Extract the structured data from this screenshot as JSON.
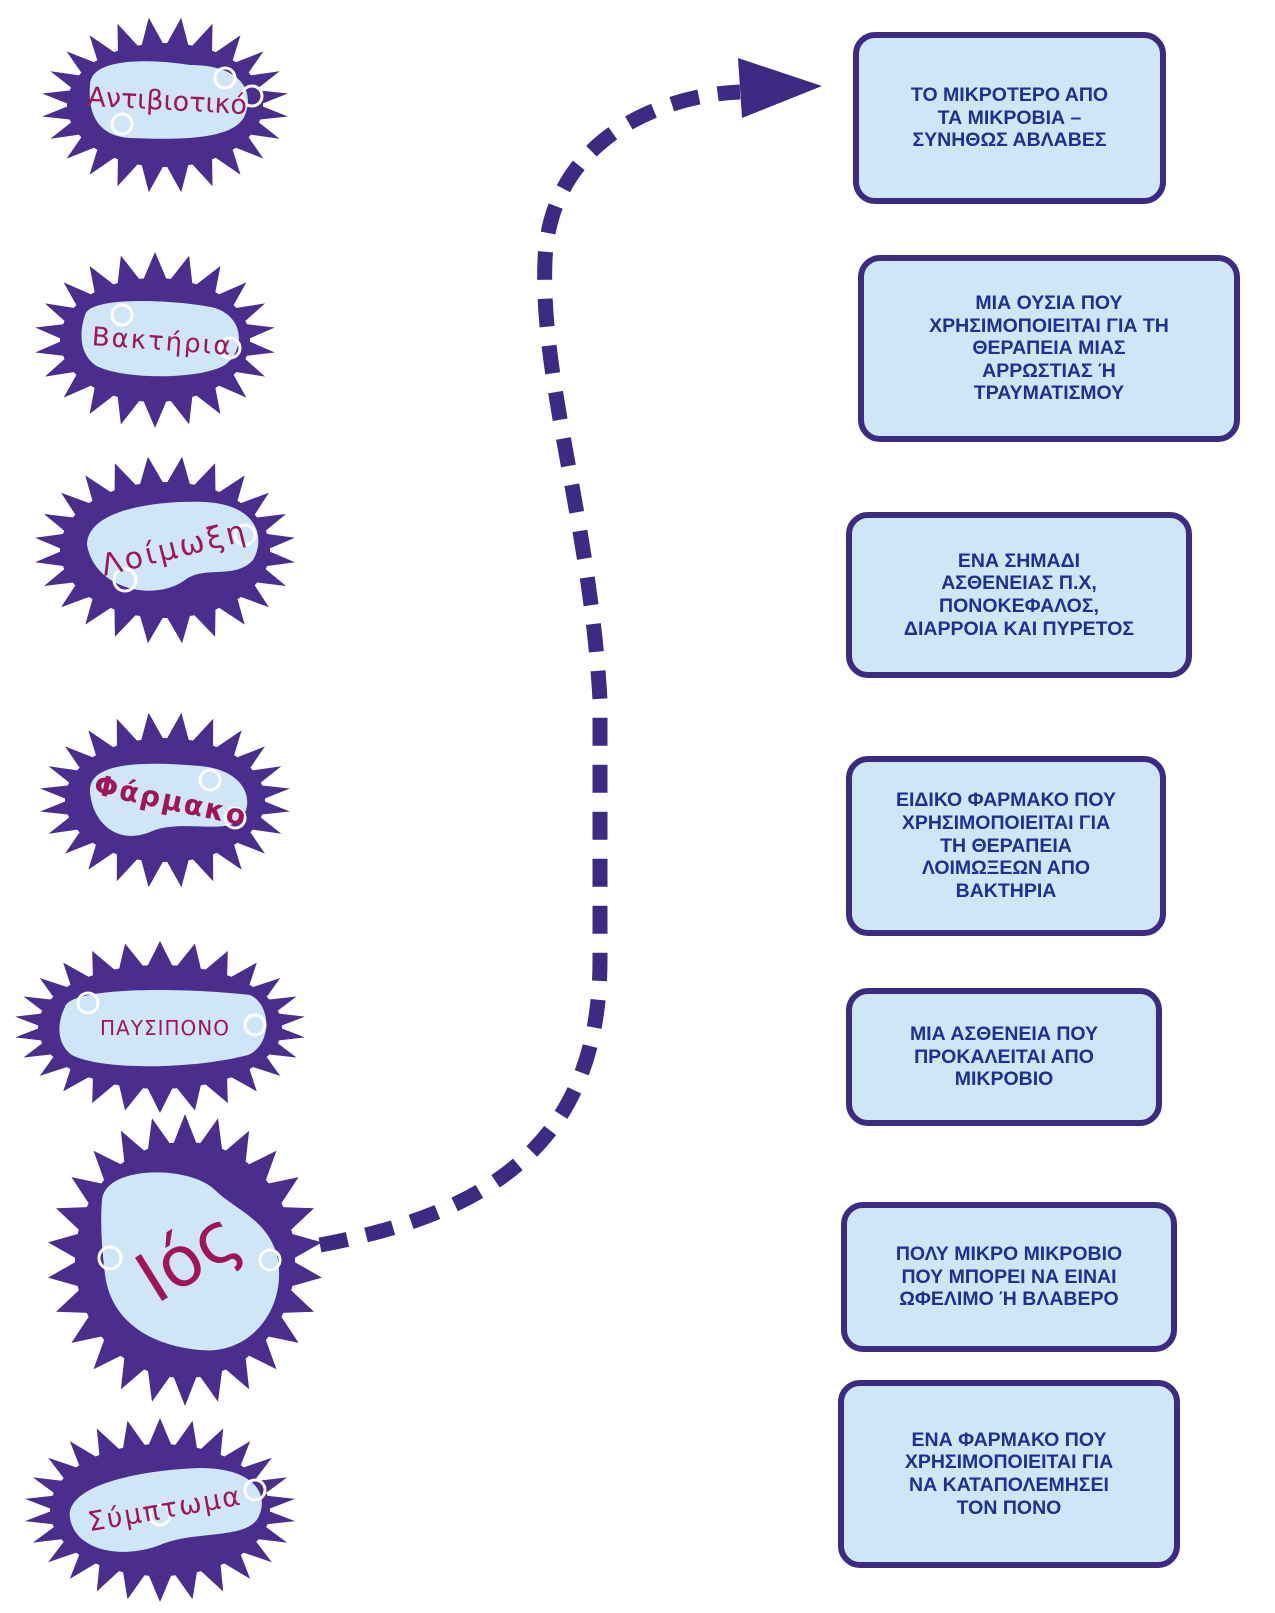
{
  "colors": {
    "microbe_body": "#4a2d8c",
    "microbe_inner": "#cfe6f7",
    "word": "#a0155a",
    "box_border": "#3d2a82",
    "box_fill": "#cfe6f7",
    "box_text": "#1f2f96",
    "arrow": "#3d2a82"
  },
  "terms": [
    {
      "id": "antibiotic",
      "label": "Αντιβιοτικό"
    },
    {
      "id": "bacteria",
      "label": "Βακτήρια"
    },
    {
      "id": "infection",
      "label": "Λοίμωξη"
    },
    {
      "id": "medicine",
      "label": "Φάρμακο"
    },
    {
      "id": "painkiller",
      "label": "ΠΑΥΣΙΠΟΝΟ"
    },
    {
      "id": "virus",
      "label": "Ιός"
    },
    {
      "id": "symptom",
      "label": "Σύμπτωμα"
    }
  ],
  "definitions": [
    "ΤΟ ΜΙΚΡΟΤΕΡΟ ΑΠΟ\nΤΑ ΜΙΚΡΟΒΙΑ –\nΣΥΝΗΘΩΣ ΑΒΛΑΒΕΣ",
    "ΜΙΑ ΟΥΣΙΑ ΠΟΥ\nΧΡΗΣΙΜΟΠΟΙΕΙΤΑΙ ΓΙΑ ΤΗ\nΘΕΡΑΠΕΙΑ ΜΙΑΣ\nΑΡΡΩΣΤΙΑΣ Ή\nΤΡΑΥΜΑΤΙΣΜΟΥ",
    "ΕΝΑ ΣΗΜΑΔΙ\nΑΣΘΕΝΕΙΑΣ Π.Χ,\nΠΟΝΟΚΕΦΑΛΟΣ,\nΔΙΑΡΡΟΙΑ ΚΑΙ ΠΥΡΕΤΟΣ",
    "ΕΙΔΙΚΟ ΦΑΡΜΑΚΟ ΠΟΥ\nΧΡΗΣΙΜΟΠΟΙΕΙΤΑΙ ΓΙΑ\nΤΗ ΘΕΡΑΠΕΙΑ\nΛΟΙΜΩΞΕΩΝ ΑΠΟ\nΒΑΚΤΗΡΙΑ",
    "ΜΙΑ ΑΣΘΕΝΕΙΑ ΠΟΥ\nΠΡΟΚΑΛΕΙΤΑΙ ΑΠΟ\nΜΙΚΡΟΒΙΟ",
    "ΠΟΛΥ ΜΙΚΡΟ ΜΙΚΡΟΒΙΟ\nΠΟΥ ΜΠΟΡΕΙ ΝΑ ΕΙΝΑΙ\nΩΦΕΛΙΜΟ Ή ΒΛΑΒΕΡΟ",
    "ΕΝΑ ΦΑΡΜΑΚΟ ΠΟΥ\nΧΡΗΣΙΜΟΠΟΙΕΙΤΑΙ ΓΙΑ\nΝΑ ΚΑΤΑΠΟΛΕΜΗΣΕΙ\nΤΟΝ ΠΟΝΟ"
  ],
  "connection": {
    "from": "virus",
    "to_definition": 0
  }
}
